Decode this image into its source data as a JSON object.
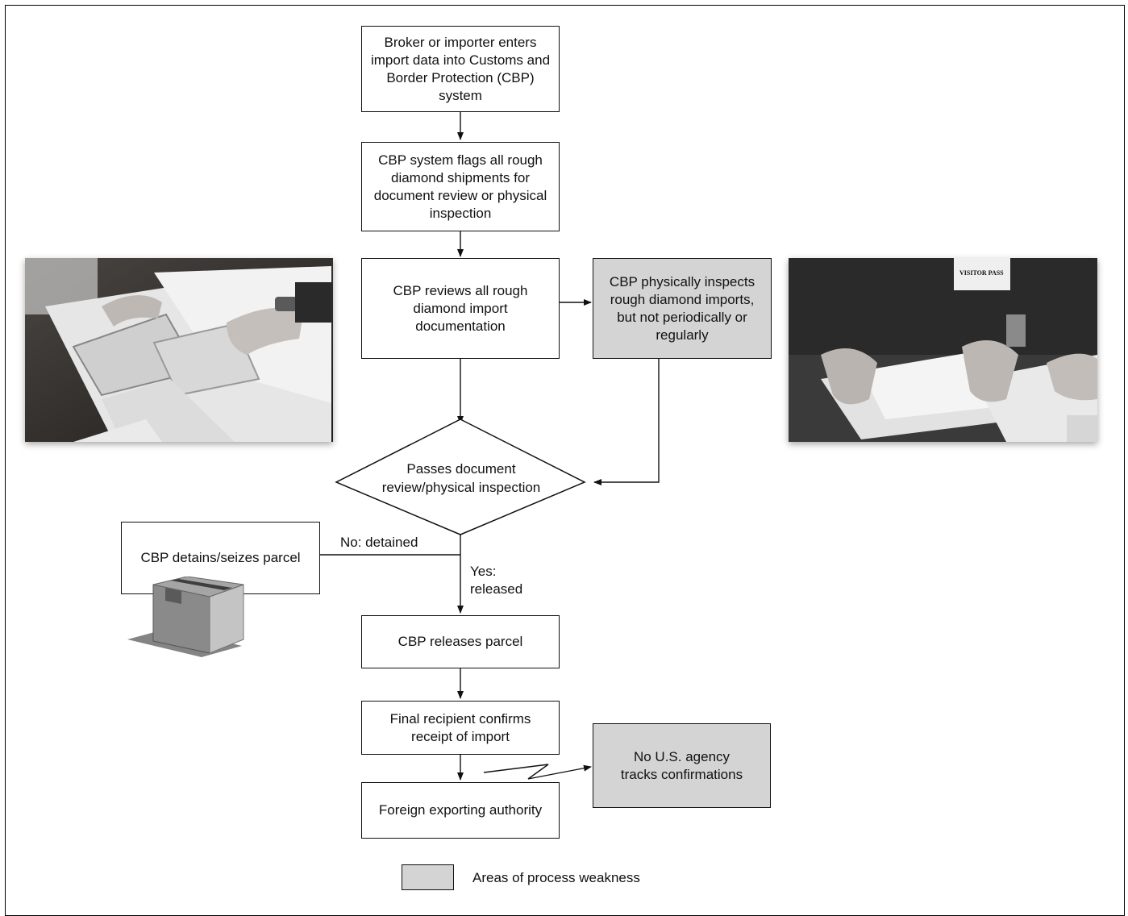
{
  "steps": {
    "entry": "Broker or importer enters import data into Customs and Border Protection (CBP) system",
    "flag": "CBP system flags all rough diamond shipments for document review or physical inspection",
    "review": "CBP reviews all rough diamond import documentation",
    "inspect": "CBP physically inspects rough diamond imports, but not periodically or regularly",
    "decision_line1": "Passes document",
    "decision_line2": "review/physical inspection",
    "detain": "CBP detains/seizes parcel",
    "release": "CBP releases parcel",
    "confirm": "Final recipient confirms receipt of import",
    "foreign": "Foreign exporting authority",
    "no_tracking": "No U.S. agency tracks confirmations"
  },
  "branches": {
    "no_label": "No: detained",
    "yes_label_1": "Yes:",
    "yes_label_2": "released"
  },
  "legend": {
    "label": "Areas of process weakness"
  },
  "photos": {
    "left": "photo-documents-review",
    "right_badge": "VISITOR PASS"
  },
  "colors": {
    "weakness_fill": "#d4d4d4",
    "stroke": "#111111"
  }
}
